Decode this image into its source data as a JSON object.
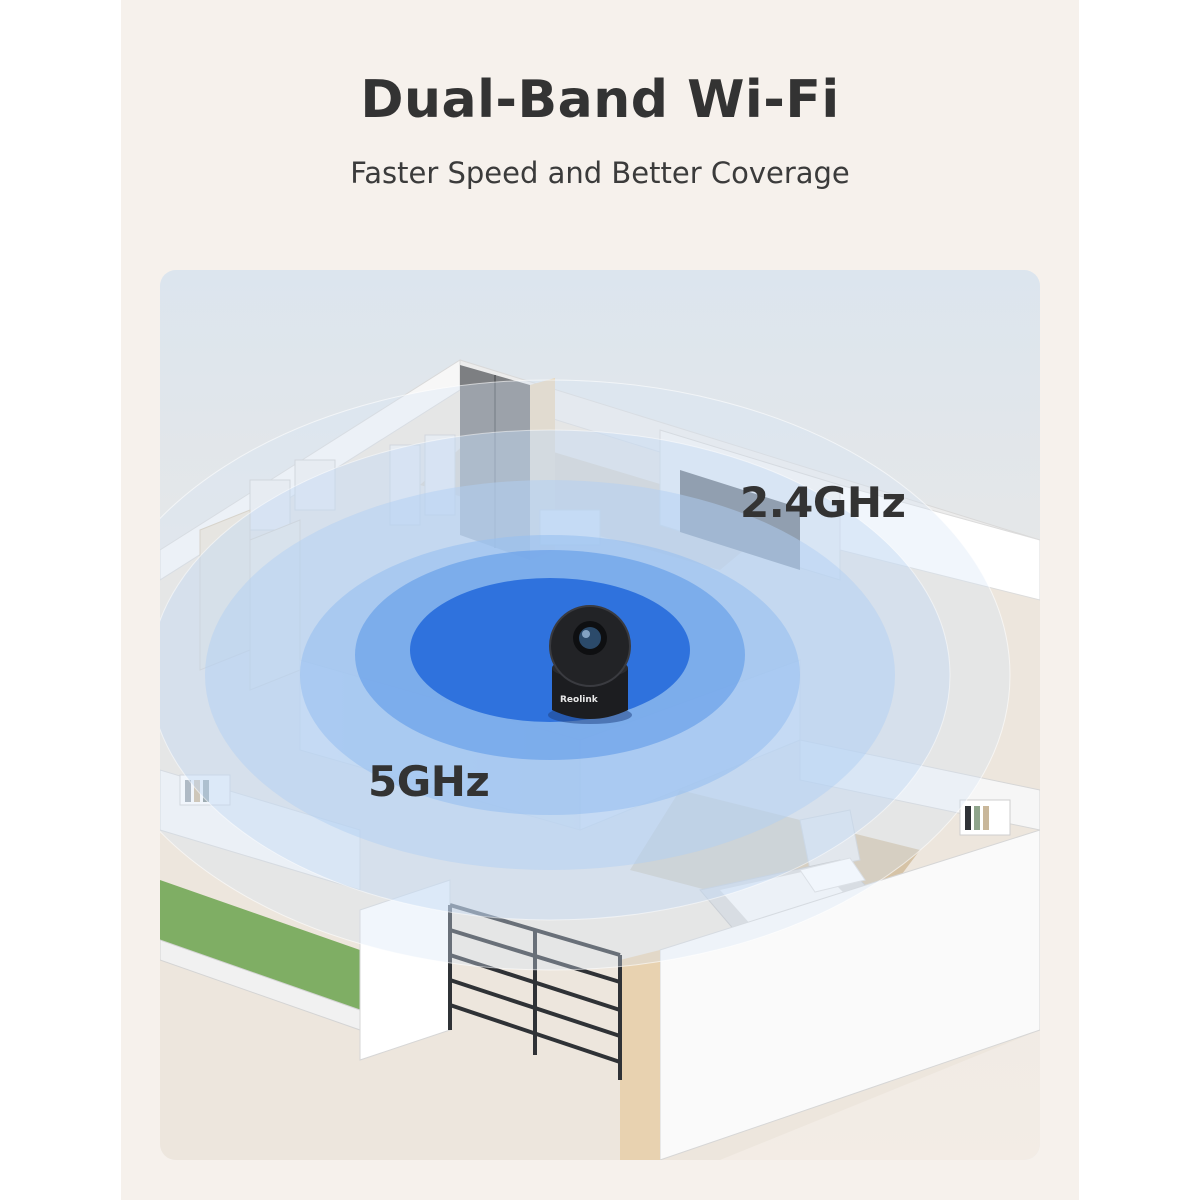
{
  "header": {
    "title": "Dual-Band Wi-Fi",
    "subtitle": "Faster Speed and Better Coverage"
  },
  "coverage": {
    "bands": [
      {
        "label": "2.4GHz",
        "color": "#a9c9f2"
      },
      {
        "label": "5GHz",
        "color": "#3f7fe0"
      }
    ]
  },
  "camera": {
    "brand": "Reolink"
  },
  "colors": {
    "background": "#f6f1ec",
    "text": "#333333",
    "inner_signal": "#2f6fdc",
    "outer_signal": "#b9d3f3"
  }
}
